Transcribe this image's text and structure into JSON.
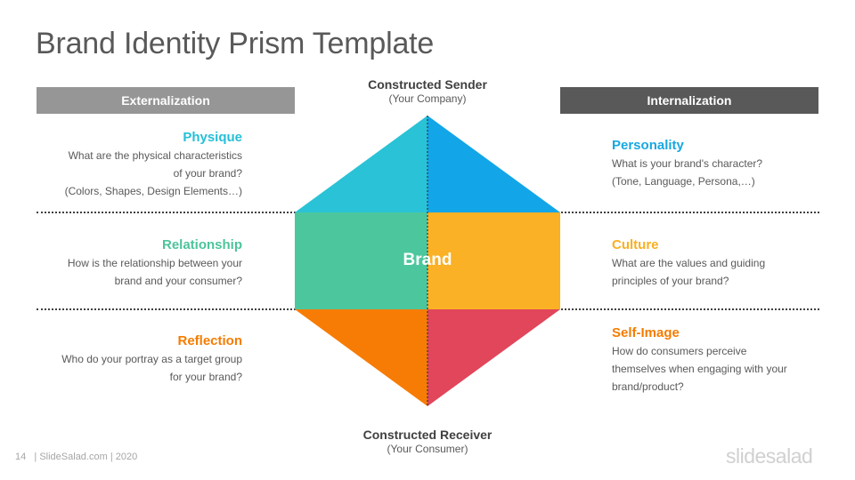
{
  "title": "Brand Identity Prism Template",
  "banners": {
    "left": "Externalization",
    "right": "Internalization"
  },
  "top_caption": {
    "main": "Constructed Sender",
    "sub": "(Your Company)"
  },
  "bottom_caption": {
    "main": "Constructed Receiver",
    "sub": "(Your Consumer)"
  },
  "center_label": "Brand",
  "left_items": [
    {
      "heading": "Physique",
      "color": "#26BFD8",
      "text": "What are the physical characteristics\nof your brand?\n(Colors, Shapes, Design Elements…)"
    },
    {
      "heading": "Relationship",
      "color": "#4DC49A",
      "text": "How is the relationship between your\nbrand and your consumer?"
    },
    {
      "heading": "Reflection",
      "color": "#F57C00",
      "text": "Who do your portray as a target group\nfor your brand?"
    }
  ],
  "right_items": [
    {
      "heading": "Personality",
      "color": "#18A8E0",
      "text": "What is your brand's character?\n(Tone, Language, Persona,…)"
    },
    {
      "heading": "Culture",
      "color": "#F9B022",
      "text": "What are the values and guiding\nprinciples of your brand?"
    },
    {
      "heading": "Self-Image",
      "color": "#F57C00",
      "text": "How do consumers perceive\nthemselves when engaging with your\nbrand/product?"
    }
  ],
  "prism_colors": {
    "top_left": "#29C2D6",
    "top_right": "#12A6E8",
    "mid_left": "#4CC79D",
    "mid_right": "#FAB125",
    "bottom_left": "#F77C05",
    "bottom_right": "#E1465A"
  },
  "footer": {
    "page": "14",
    "text": "| SlideSalad.com | 2020"
  },
  "logo": "slidesalad"
}
